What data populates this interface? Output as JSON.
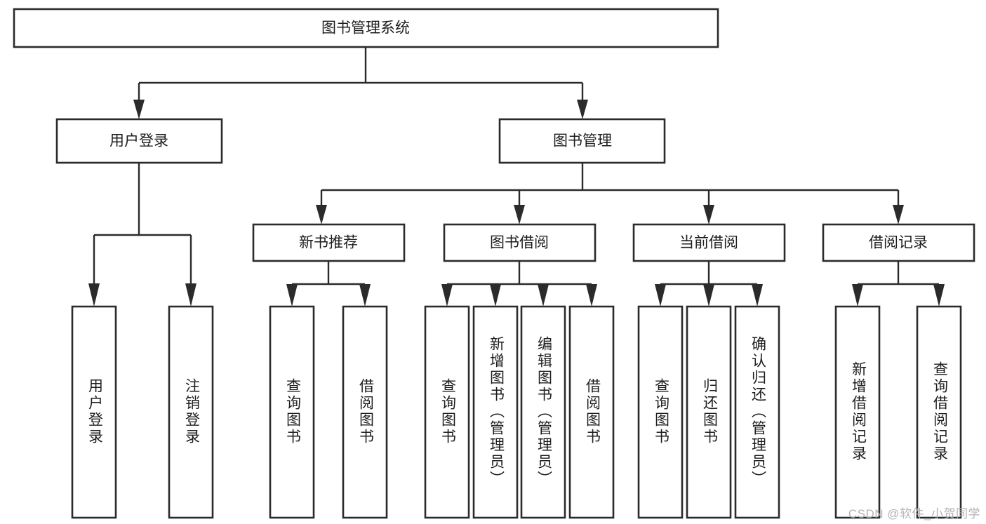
{
  "diagram": {
    "title": "图书管理系统",
    "watermark": "CSDN @软件_小贺同学",
    "line_color": "#2b2b2b",
    "box_fill": "#ffffff",
    "text_color": "#1d1d1d",
    "levels": {
      "root": "图书管理系统",
      "level2": [
        "用户登录",
        "图书管理"
      ],
      "level3": [
        "新书推荐",
        "图书借阅",
        "当前借阅",
        "借阅记录"
      ]
    },
    "nodes": {
      "root": {
        "label": "图书管理系统"
      },
      "user_login": {
        "label": "用户登录"
      },
      "book_manage": {
        "label": "图书管理"
      },
      "new_book_rec": {
        "label": "新书推荐"
      },
      "book_borrow": {
        "label": "图书借阅"
      },
      "current_borrow": {
        "label": "当前借阅"
      },
      "borrow_record": {
        "label": "借阅记录"
      },
      "leaf_user_login": {
        "label": "用户登录"
      },
      "leaf_logout": {
        "label": "注销登录"
      },
      "leaf_query_book_1": {
        "label": "查询图书"
      },
      "leaf_borrow_book_1": {
        "label": "借阅图书"
      },
      "leaf_query_book_2": {
        "label": "查询图书"
      },
      "leaf_add_book": {
        "label": "新增图书（管理员）"
      },
      "leaf_edit_book": {
        "label": "编辑图书（管理员）"
      },
      "leaf_borrow_book_2": {
        "label": "借阅图书"
      },
      "leaf_query_book_3": {
        "label": "查询图书"
      },
      "leaf_return_book": {
        "label": "归还图书"
      },
      "leaf_confirm_return": {
        "label": "确认归还（管理员）"
      },
      "leaf_add_record": {
        "label": "新增借阅记录"
      },
      "leaf_query_record": {
        "label": "查询借阅记录"
      }
    },
    "tree": [
      {
        "id": "root",
        "label": "图书管理系统",
        "children": [
          {
            "id": "user_login",
            "label": "用户登录",
            "children": [
              {
                "id": "leaf_user_login",
                "label": "用户登录"
              },
              {
                "id": "leaf_logout",
                "label": "注销登录"
              }
            ]
          },
          {
            "id": "book_manage",
            "label": "图书管理",
            "children": [
              {
                "id": "new_book_rec",
                "label": "新书推荐",
                "children": [
                  {
                    "id": "leaf_query_book_1",
                    "label": "查询图书"
                  },
                  {
                    "id": "leaf_borrow_book_1",
                    "label": "借阅图书"
                  }
                ]
              },
              {
                "id": "book_borrow",
                "label": "图书借阅",
                "children": [
                  {
                    "id": "leaf_query_book_2",
                    "label": "查询图书"
                  },
                  {
                    "id": "leaf_add_book",
                    "label": "新增图书（管理员）"
                  },
                  {
                    "id": "leaf_edit_book",
                    "label": "编辑图书（管理员）"
                  },
                  {
                    "id": "leaf_borrow_book_2",
                    "label": "借阅图书"
                  }
                ]
              },
              {
                "id": "current_borrow",
                "label": "当前借阅",
                "children": [
                  {
                    "id": "leaf_query_book_3",
                    "label": "查询图书"
                  },
                  {
                    "id": "leaf_return_book",
                    "label": "归还图书"
                  },
                  {
                    "id": "leaf_confirm_return",
                    "label": "确认归还（管理员）"
                  }
                ]
              },
              {
                "id": "borrow_record",
                "label": "借阅记录",
                "children": [
                  {
                    "id": "leaf_add_record",
                    "label": "新增借阅记录"
                  },
                  {
                    "id": "leaf_query_record",
                    "label": "查询借阅记录"
                  }
                ]
              }
            ]
          }
        ]
      }
    ]
  }
}
